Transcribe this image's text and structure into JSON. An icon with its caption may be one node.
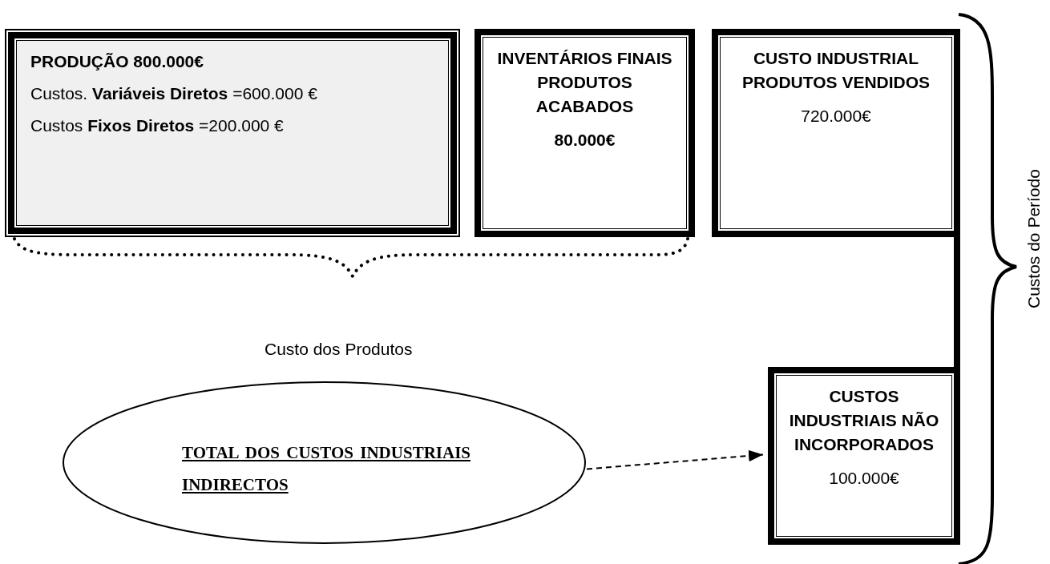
{
  "diagram": {
    "nodes": [
      {
        "text": [
          "PRODUÇÃO 800.000€",
          "Custos. **Variáveis Diretos** =600.000 €",
          "Custos **Fixos Diretos** =200.000 €"
        ]
      },
      {
        "text": [
          "INVENTÁRIOS FINAIS PRODUTOS ACABADOS",
          "80.000€"
        ]
      },
      {
        "text": [
          "CUSTO INDUSTRIAL PRODUTOS VENDIDOS",
          "720.000€"
        ]
      },
      {
        "text": [
          "TOTAL DOS CUSTOS INDUSTRIAIS INDIRECTOS"
        ]
      },
      {
        "text": [
          "CUSTOS INDUSTRIAIS NÃO INCORPORADOS",
          "100.000€"
        ]
      }
    ],
    "edges": [
      {
        "from": 2,
        "to": 4,
        "arrow": "none",
        "style": "thick"
      },
      {
        "from": 3,
        "to": 4,
        "arrow": "to",
        "style": "dashed"
      }
    ],
    "labels": [
      "Custo dos Produtos",
      "Custos do Período"
    ]
  }
}
